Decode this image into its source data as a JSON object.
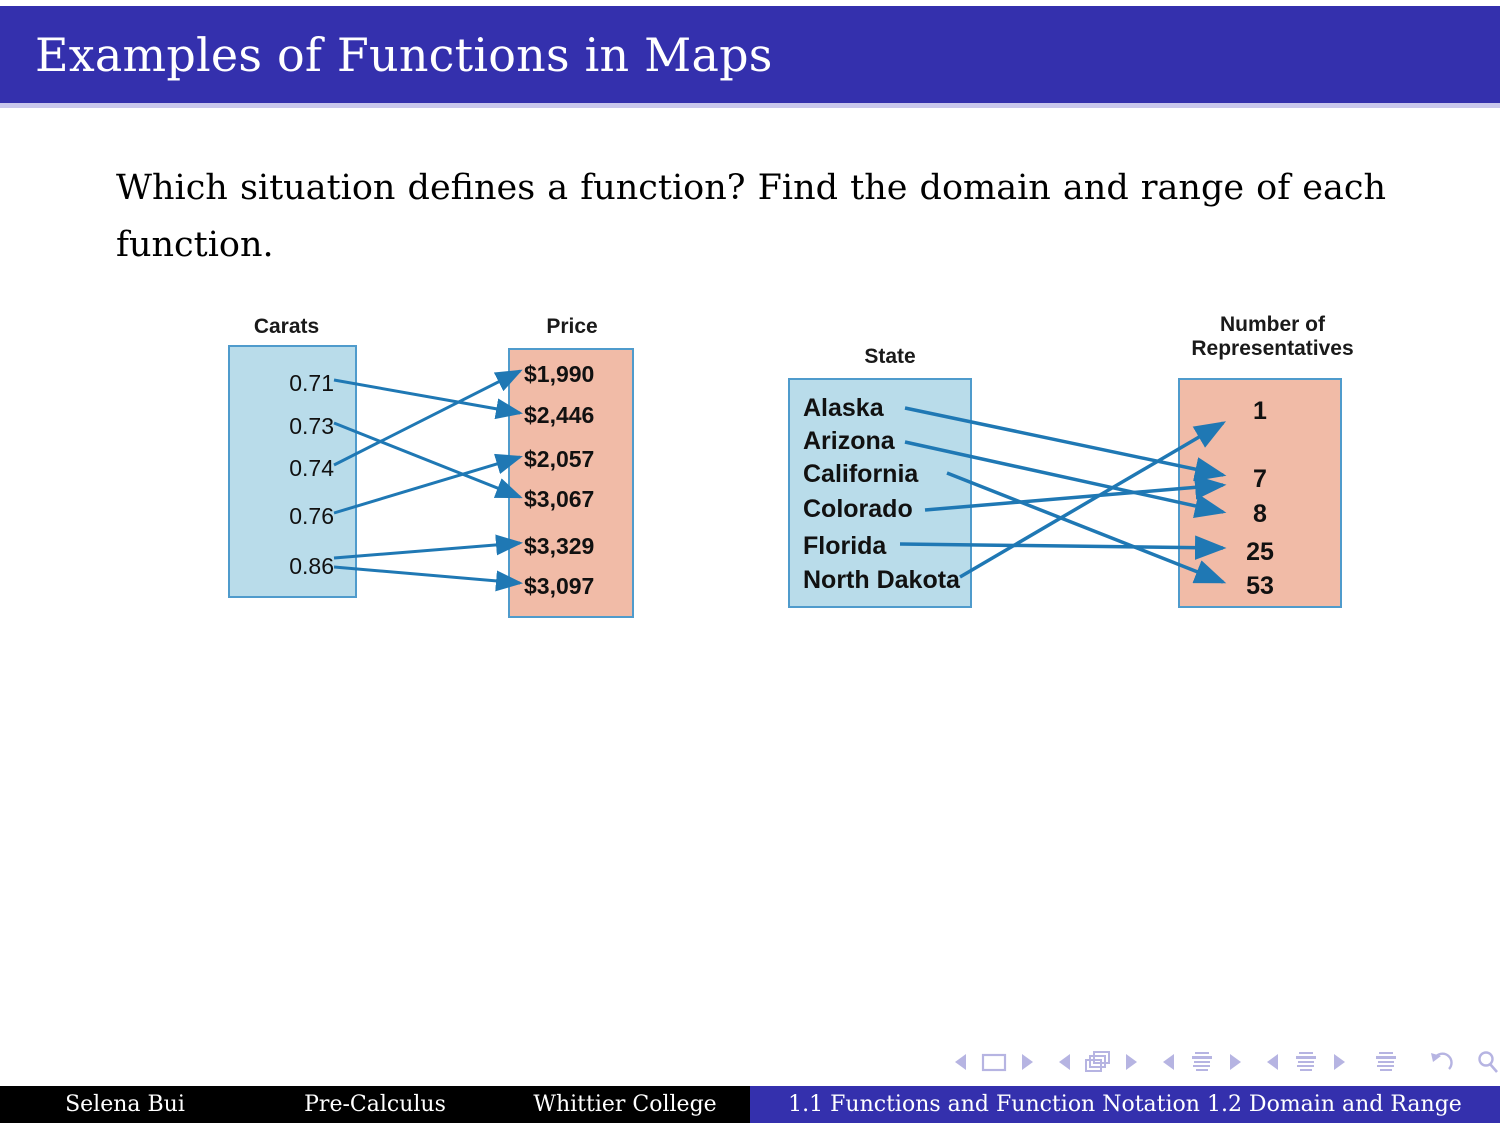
{
  "slide": {
    "title": "Examples of Functions in Maps",
    "prompt": "Which situation defines a function? Find the domain and range of each function.",
    "title_bar_color": "#3430ad",
    "accent_color": "#3430ad"
  },
  "figures": [
    {
      "id": "carats-price",
      "domain_caption": "Carats",
      "range_caption": "Price",
      "domain_box_color": "#b9dcea",
      "range_box_color": "#f1bba7",
      "connector_color": "#1f78b4",
      "domain_items": [
        "0.71",
        "0.73",
        "0.74",
        "0.76",
        "0.86"
      ],
      "range_items": [
        "$1,990",
        "$2,446",
        "$2,057",
        "$3,067",
        "$3,329",
        "$3,097"
      ],
      "mappings": [
        {
          "from": "0.71",
          "to": "$2,446"
        },
        {
          "from": "0.73",
          "to": "$3,067"
        },
        {
          "from": "0.74",
          "to": "$1,990"
        },
        {
          "from": "0.76",
          "to": "$2,057"
        },
        {
          "from": "0.86",
          "to": "$3,329"
        },
        {
          "from": "0.86",
          "to": "$3,097"
        }
      ]
    },
    {
      "id": "state-representatives",
      "domain_caption": "State",
      "range_caption": "Number of\nRepresentatives",
      "domain_box_color": "#b9dcea",
      "range_box_color": "#f1bba7",
      "connector_color": "#1f78b4",
      "domain_items": [
        "Alaska",
        "Arizona",
        "California",
        "Colorado",
        "Florida",
        "North Dakota"
      ],
      "range_items": [
        "1",
        "7",
        "8",
        "25",
        "53"
      ],
      "mappings": [
        {
          "from": "Alaska",
          "to": "7"
        },
        {
          "from": "Arizona",
          "to": "8"
        },
        {
          "from": "California",
          "to": "53"
        },
        {
          "from": "Colorado",
          "to": "7"
        },
        {
          "from": "Florida",
          "to": "25"
        },
        {
          "from": "North Dakota",
          "to": "1"
        }
      ]
    }
  ],
  "navigation": {
    "items": [
      {
        "name": "slide",
        "prev": "◀",
        "next": "▶"
      },
      {
        "name": "frame",
        "prev": "◀",
        "next": "▶"
      },
      {
        "name": "subsection",
        "prev": "◀",
        "next": "▶"
      },
      {
        "name": "section",
        "prev": "◀",
        "next": "▶"
      },
      {
        "name": "presentation",
        "prev": "",
        "next": ""
      }
    ],
    "back_label": "back",
    "search_label": "search",
    "forward_label": "forward"
  },
  "footer": {
    "author": "Selena Bui",
    "subject": "Pre-Calculus",
    "institution": "Whittier College",
    "section": "1.1 Functions and Function Notation 1.2 Domain and Range"
  }
}
